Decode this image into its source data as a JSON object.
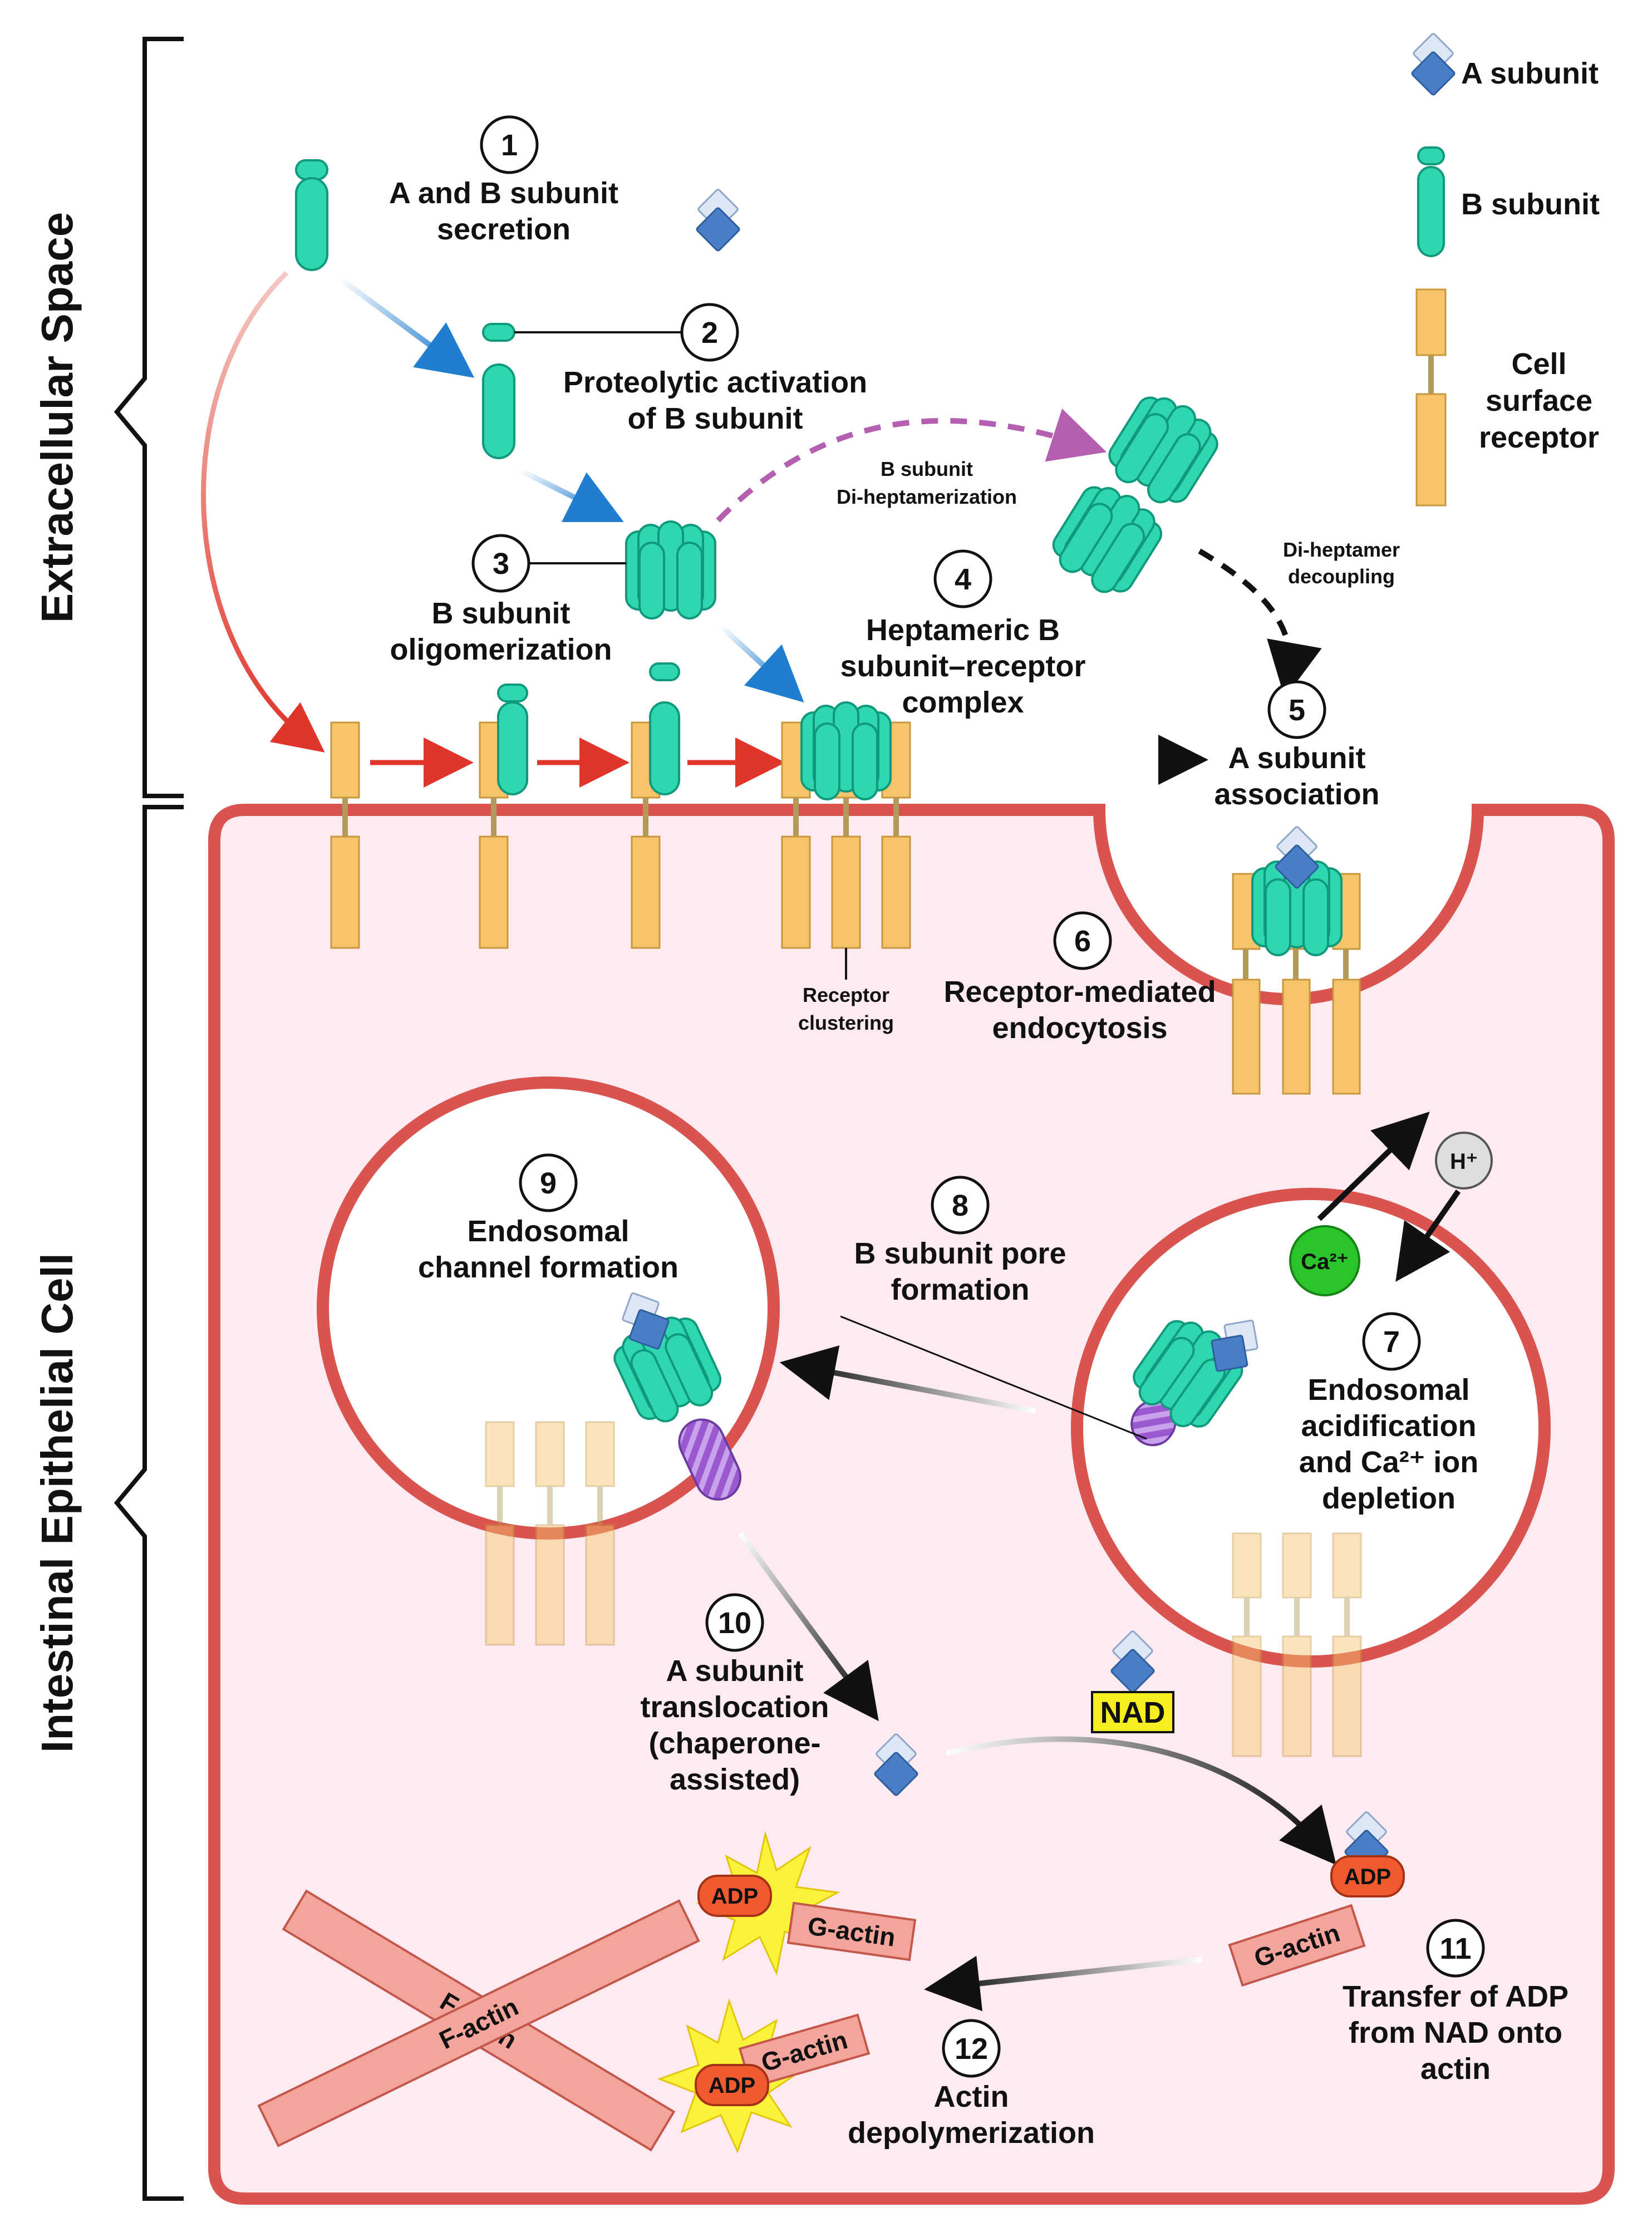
{
  "side_labels": {
    "extracellular": "Extracellular Space",
    "cell": "Intestinal Epithelial Cell"
  },
  "legend": {
    "a_subunit": "A subunit",
    "b_subunit": "B subunit",
    "receptor": [
      "Cell",
      "surface",
      "receptor"
    ]
  },
  "steps": [
    {
      "num": "1",
      "lines": [
        "A and B subunit",
        "secretion"
      ]
    },
    {
      "num": "2",
      "lines": [
        "Proteolytic activation",
        "of B subunit"
      ]
    },
    {
      "num": "3",
      "lines": [
        "B subunit",
        "oligomerization"
      ]
    },
    {
      "num": "4",
      "lines": [
        "Heptameric B",
        "subunit–receptor",
        "complex"
      ]
    },
    {
      "num": "5",
      "lines": [
        "A subunit",
        "association"
      ]
    },
    {
      "num": "6",
      "lines": [
        "Receptor-mediated",
        "endocytosis"
      ]
    },
    {
      "num": "7",
      "lines": [
        "Endosomal",
        "acidification",
        "and Ca²⁺ ion",
        "depletion"
      ]
    },
    {
      "num": "8",
      "lines": [
        "B subunit pore",
        "formation"
      ]
    },
    {
      "num": "9",
      "lines": [
        "Endosomal",
        "channel formation"
      ]
    },
    {
      "num": "10",
      "lines": [
        "A subunit",
        "translocation",
        "(chaperone-",
        "assisted)"
      ]
    },
    {
      "num": "11",
      "lines": [
        "Transfer of ADP",
        "from NAD onto",
        "actin"
      ]
    },
    {
      "num": "12",
      "lines": [
        "Actin",
        "depolymerization"
      ]
    }
  ],
  "annotations": {
    "diheptamerization": [
      "B subunit",
      "Di-heptamerization"
    ],
    "decoupling": [
      "Di-heptamer",
      "decoupling"
    ],
    "clustering": [
      "Receptor",
      "clustering"
    ]
  },
  "ions": {
    "proton": "H⁺",
    "calcium": "Ca²⁺"
  },
  "molecules": {
    "nad": "NAD",
    "adp": "ADP",
    "g_actin": "G-actin",
    "f_actin": "F-actin"
  },
  "colors": {
    "membrane": "#d9534f",
    "cytoplasm": "#fdebf1",
    "b_subunit": "#2fd6b0",
    "receptor": "#f7c46a",
    "a_subunit": "#4a7fc7",
    "red_arrow": "#e0352b",
    "blue_arrow": "#1f7ed0",
    "purple_arrow": "#b45fb0",
    "actin": "#f3a59b",
    "adp": "#f05a30",
    "calcium": "#2bc42b",
    "nad": "#f7ee20"
  }
}
